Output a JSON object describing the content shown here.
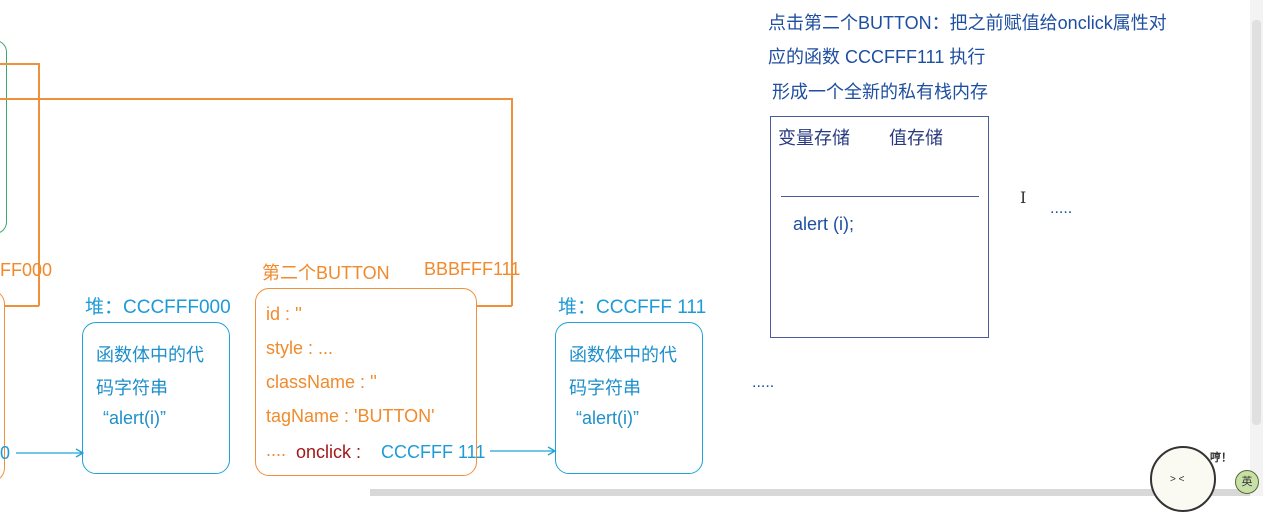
{
  "notes": {
    "line1": "点击第二个BUTTON：把之前赋值给onclick属性对",
    "line2": "应的函数 CCCFFF111 执行",
    "line3": "形成一个全新的私有栈内存"
  },
  "left_fragment": {
    "label": "FF000",
    "value": "0"
  },
  "heap1": {
    "title": "堆：CCCFFF000",
    "line1": "函数体中的代",
    "line2": "码字符串",
    "line3": "“alert(i)”"
  },
  "button2": {
    "title": "第二个BUTTON",
    "address": "BBBFFF111",
    "props": [
      "id : ''",
      "style : ...",
      "className : ''",
      "tagName : 'BUTTON'"
    ],
    "ellipsis": "....",
    "onclick_key": "onclick :",
    "onclick_value": "CCCFFF 111"
  },
  "heap2": {
    "title": "堆：CCCFFF 111",
    "line1": "函数体中的代",
    "line2": "码字符串",
    "line3": "“alert(i)”"
  },
  "dots_middle": ".....",
  "stack": {
    "header_var": "变量存储",
    "header_val": "值存储",
    "content": "alert (i);"
  },
  "dots_right": ".....",
  "cursor": "I",
  "mascot_text": "哼！",
  "mascot_badge": "英",
  "colors": {
    "accent_blue": "#1f4fa0",
    "heap_border": "#1ea3d8",
    "object_border": "#f0903a",
    "stack_border": "#4a5a9a",
    "onclick": "#a01818"
  }
}
